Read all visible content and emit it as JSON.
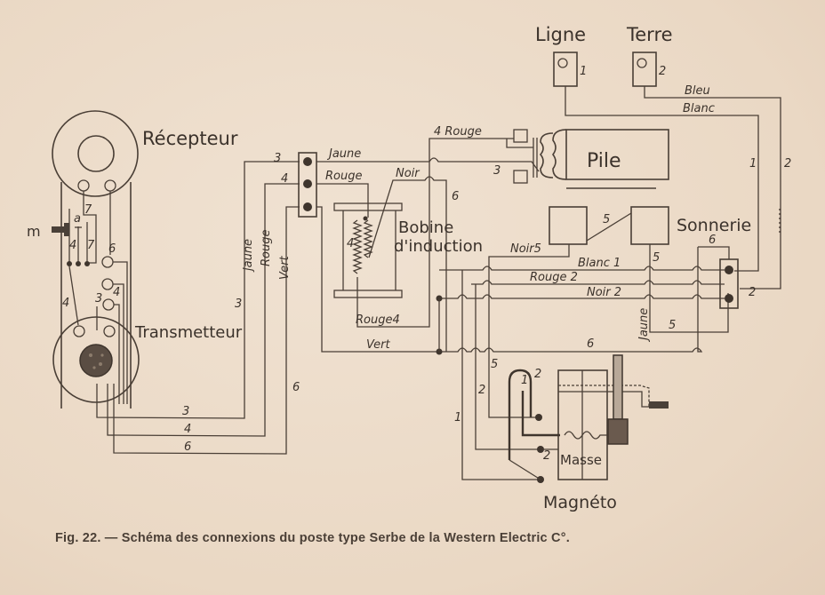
{
  "figure": {
    "caption": "Fig. 22. — Schéma des connexions du poste type Serbe de la Western Electric C°."
  },
  "components": {
    "recepteur": "Récepteur",
    "transmetteur": "Transmetteur",
    "bobine_line1": "Bobine",
    "bobine_line2": "d'induction",
    "pile": "Pile",
    "sonnerie": "Sonnerie",
    "magneto": "Magnéto",
    "masse": "Masse",
    "ligne": "Ligne",
    "terre": "Terre",
    "m": "m",
    "a": "a"
  },
  "wire_labels": {
    "jaune_top": "Jaune",
    "rouge_top": "Rouge",
    "noir_top": "Noir",
    "rouge4_pile": "4 Rouge",
    "jaune_vert": "jaune",
    "rouge_vert": "Rouge",
    "vert_vert": "Vert",
    "rouge4_bottom": "Rouge4",
    "vert_bottom": "Vert",
    "noir5": "Noir5",
    "blanc1": "Blanc 1",
    "rouge2": "Rouge 2",
    "noir2": "Noir 2",
    "jaune_sonnerie": "Jaune",
    "bleu": "Bleu",
    "blanc": "Blanc"
  },
  "numbers": {
    "n1": "1",
    "n2": "2",
    "n3": "3",
    "n4": "4",
    "n5": "5",
    "n6": "6",
    "n7": "7"
  },
  "colors": {
    "ink": "#4a3f36",
    "paper": "#ecdccb"
  }
}
